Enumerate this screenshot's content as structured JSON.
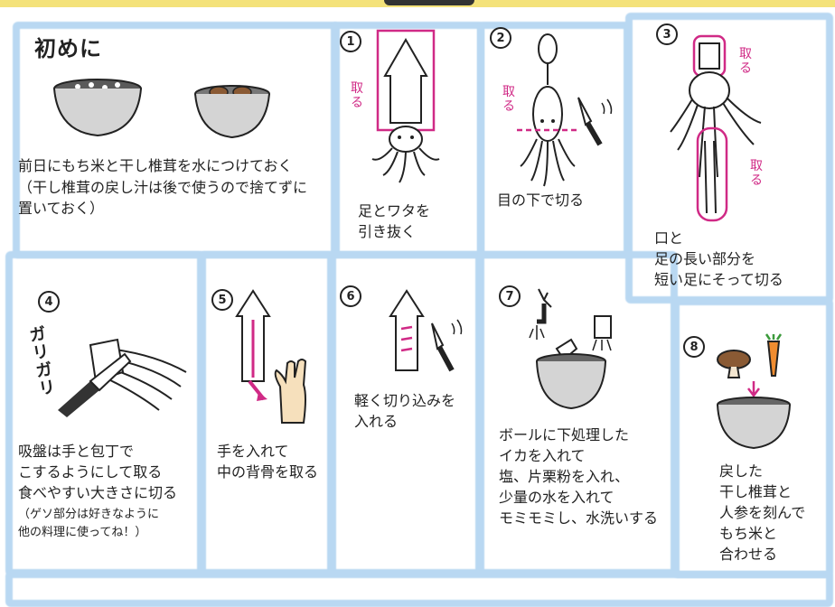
{
  "intro": {
    "title": "初めに",
    "text": "前日にもち米と干し椎茸を水につけておく",
    "note": "（干し椎茸の戻し汁は後で使うので捨てずに\n置いておく）"
  },
  "steps": [
    {
      "num": "1",
      "text": "足とワタを\n引き抜く",
      "label": "取る"
    },
    {
      "num": "2",
      "text": "目の下で切る",
      "label": "取る"
    },
    {
      "num": "3",
      "text": "口と\n足の長い部分を\n短い足にそって切る",
      "label_top": "取る",
      "label_bottom": "取る"
    },
    {
      "num": "4",
      "text": "吸盤は手と包丁で\nこするようにして取る\n食べやすい大きさに切る",
      "note": "（ゲソ部分は好きなように\n他の料理に使ってね！）",
      "sound": "ガリガリ"
    },
    {
      "num": "5",
      "text": "手を入れて\n中の背骨を取る"
    },
    {
      "num": "6",
      "text": "軽く切り込みを\n入れる"
    },
    {
      "num": "7",
      "text": "ボールに下処理した\nイカを入れて\n塩、片栗粉を入れ、\n少量の水を入れて\nモミモミし、水洗いする"
    },
    {
      "num": "8",
      "text": "戻した\n干し椎茸と\n人参を刻んで\nもち米と\n合わせる"
    }
  ],
  "colors": {
    "accent": "#d02a86",
    "frame": "#b9d8f2",
    "topbar": "#f4e27a"
  }
}
